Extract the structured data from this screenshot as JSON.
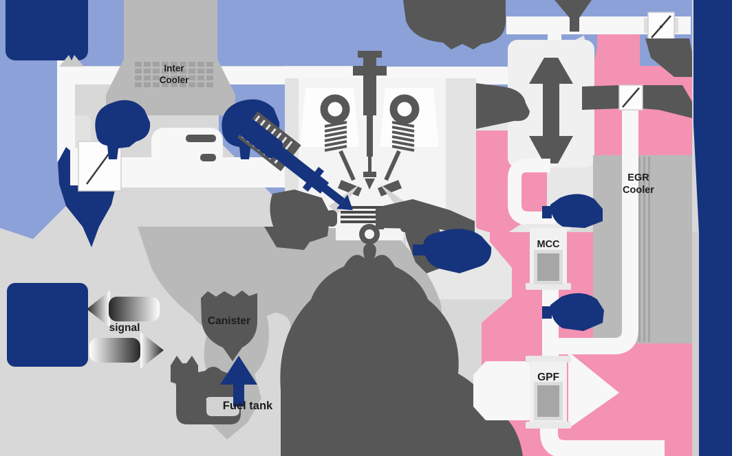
{
  "diagram": {
    "labels": {
      "inter_cooler_line1": "Inter",
      "inter_cooler_line2": "Cooler",
      "egr_cooler_line1": "EGR",
      "egr_cooler_line2": "Cooler",
      "mcc": "MCC",
      "gpf": "GPF",
      "canister": "Canister",
      "fuel_tank": "Fuel tank",
      "signal": "signal"
    },
    "colors": {
      "intake_air_path": "#8ba1d7",
      "exhaust_gas_path": "#f492b4",
      "sensor_component_navy": "#16337d",
      "metal_dark_gray": "#575757",
      "metal_mid_gray": "#b9b9b9",
      "background_gray": "#d8d8d8",
      "pipe_white": "#f7f7f7",
      "label_text": "#1c1c1c"
    },
    "icons": [
      "air-cleaner-icon",
      "airflow-sensor-icon",
      "pressure-sensor-icon",
      "map-sensor-icon",
      "throttle-valve-icon",
      "turbocharger-arrow-icon",
      "surge-tank-icon",
      "intake-manifold-icon",
      "fuel-injector-icon",
      "high-pressure-pump-icon",
      "ignition-coil-icon",
      "engine-valve-icon",
      "piston-icon",
      "engine-block-icon",
      "wastegate-valve-icon",
      "egr-valve-icon",
      "oxygen-sensor-icon",
      "mcc-converter-icon",
      "gpf-converter-icon",
      "canister-icon",
      "fuel-tank-icon",
      "fuel-pump-icon",
      "ecu-icon",
      "signal-arrow-icon"
    ]
  }
}
